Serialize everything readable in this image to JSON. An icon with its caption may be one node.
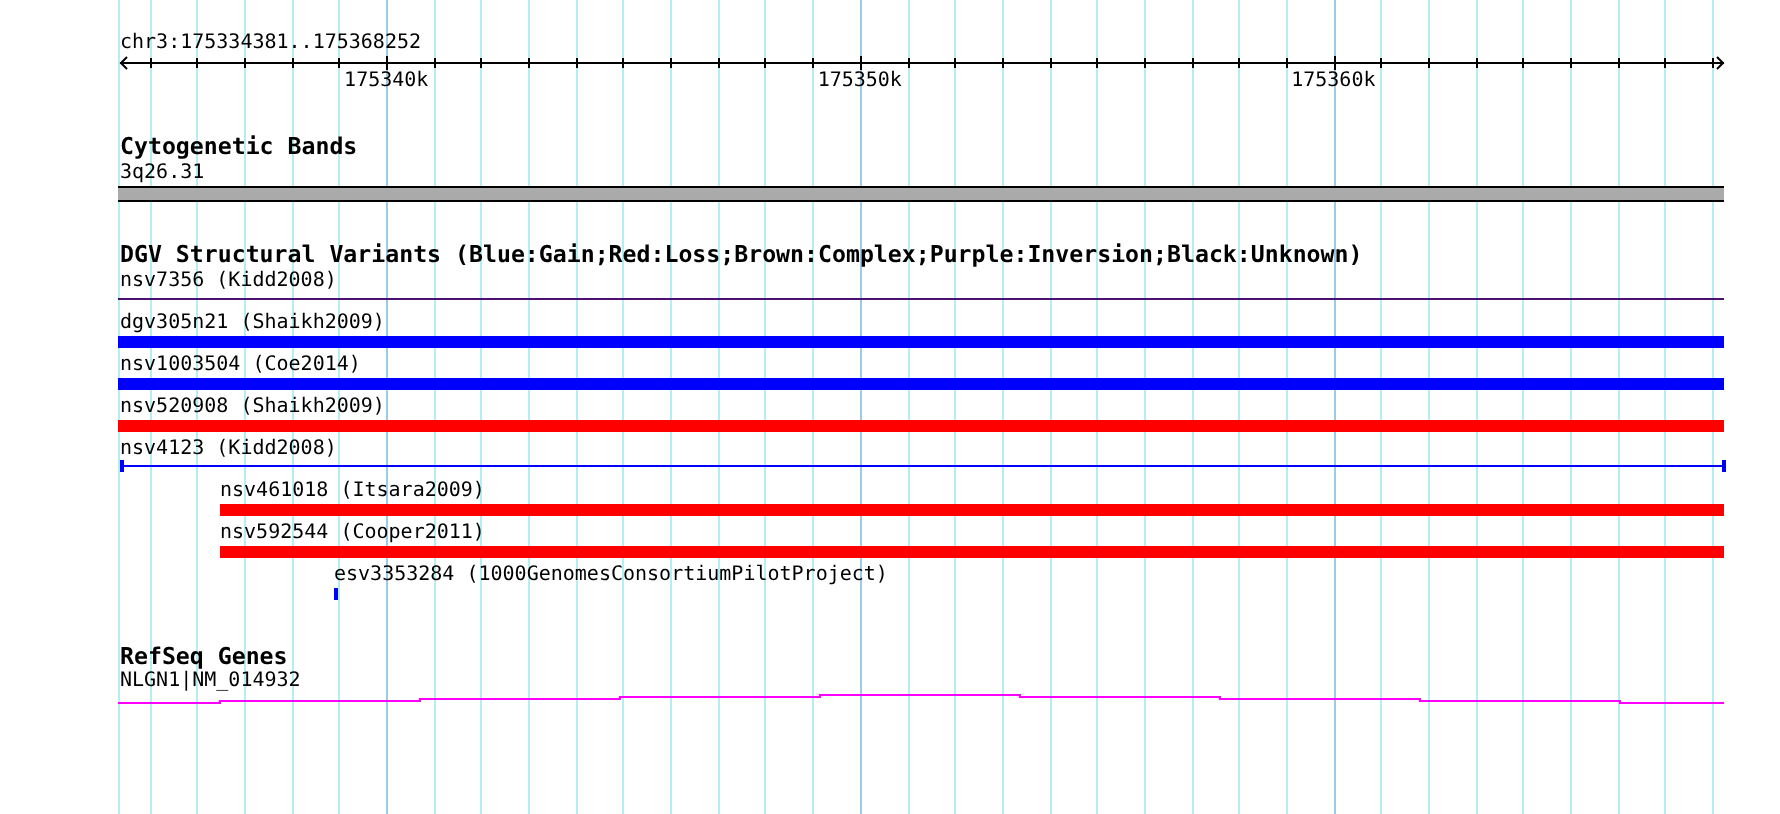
{
  "diagram": {
    "nodes": [
      {
        "text": [
          "3q26.31"
        ]
      },
      {
        "text": [
          "nsv7356 (Kidd2008)"
        ]
      },
      {
        "text": [
          "dgv305n21 (Shaikh2009)"
        ]
      },
      {
        "text": [
          "nsv1003504 (Coe2014)"
        ]
      },
      {
        "text": [
          "nsv520908 (Shaikh2009)"
        ]
      },
      {
        "text": [
          "nsv4123 (Kidd2008)"
        ]
      },
      {
        "text": [
          "nsv461018 (Itsara2009)"
        ]
      },
      {
        "text": [
          "nsv592544 (Cooper2011)"
        ]
      },
      {
        "text": [
          "esv3353284 (1000GenomesConsortiumPilotProject)"
        ]
      },
      {
        "text": [
          "NLGN1|NM_014932"
        ]
      }
    ],
    "labels": [
      "chr3:175334381..175368252",
      "175340k",
      "175350k",
      "175360k",
      "Cytogenetic Bands",
      "DGV Structural Variants (Blue:Gain;Red:Loss;Brown:Complex;Purple:Inversion;Black:Unknown)",
      "RefSeq Genes"
    ]
  }
}
